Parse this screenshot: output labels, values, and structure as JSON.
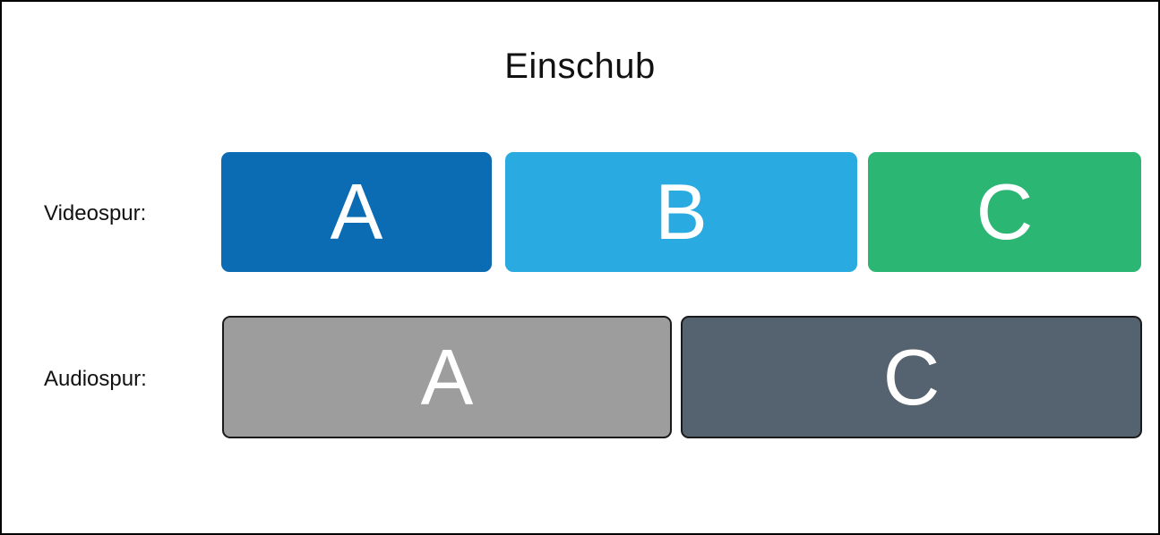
{
  "title": "Einschub",
  "colors": {
    "video_clip_a": "#0B6CB3",
    "video_clip_b": "#29ABE2",
    "video_clip_c": "#2BB673",
    "audio_clip_a": "#9D9D9D",
    "audio_clip_c": "#556270",
    "audio_clip_border": "#1A1A1A",
    "canvas_border": "#000000",
    "text": "#111111",
    "clip_letter": "#FFFFFF"
  },
  "tracks": {
    "video": {
      "label": "Videospur:",
      "clips": [
        {
          "letter": "A",
          "color": "#0B6CB3"
        },
        {
          "letter": "B",
          "color": "#29ABE2"
        },
        {
          "letter": "C",
          "color": "#2BB673"
        }
      ]
    },
    "audio": {
      "label": "Audiospur:",
      "clips": [
        {
          "letter": "A",
          "color": "#9D9D9D"
        },
        {
          "letter": "C",
          "color": "#556270"
        }
      ]
    }
  }
}
